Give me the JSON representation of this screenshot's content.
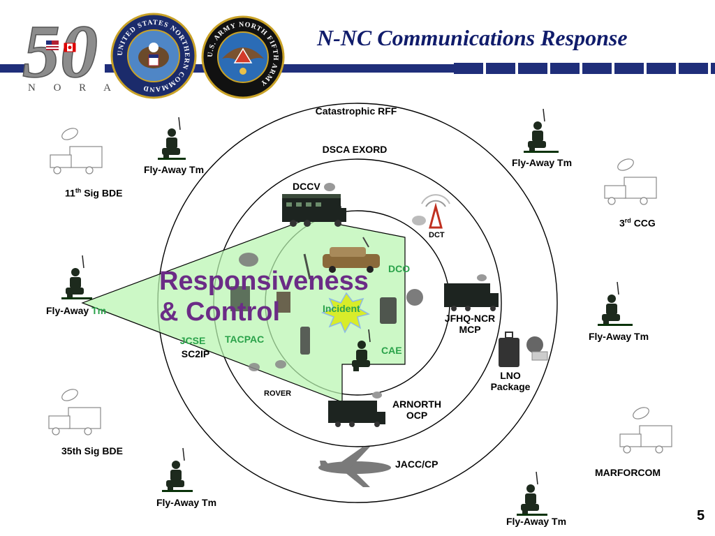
{
  "header": {
    "title": "N-NC Communications Response",
    "logo_number": "50",
    "logo_caption": "N O R A D",
    "seal1_text": "UNITED STATES NORTHERN COMMAND",
    "seal2_text": "U.S. ARMY NORTH FIFTH ARMY",
    "bar_color": "#1f2e7a"
  },
  "rings": {
    "outer": "Catastrophic RFF",
    "middle": "DSCA EXORD",
    "inner_left": "DCCV",
    "inner_right": "DCO"
  },
  "overlay": {
    "line1": "Responsiveness",
    "line2": "& Control",
    "arrow_color": "#b8f5b0",
    "text_color": "#6b2c86"
  },
  "center": {
    "incident": "Incident"
  },
  "labels": {
    "dct": "DCT",
    "jfhq": "JFHQ-NCR",
    "mcp": "MCP",
    "lno_1": "LNO",
    "lno_2": "Package",
    "cae": "CAE",
    "jcse": "JCSE",
    "sc2ip": "SC2IP",
    "tacpac": "TACPAC",
    "rover": "ROVER",
    "arnorth_1": "ARNORTH",
    "arnorth_2": "OCP",
    "jacc": "JACC/CP",
    "fly_ul": "Fly-Away Tm",
    "fly_ur": "Fly-Away Tm",
    "fly_left_a": "Fly-Away",
    "fly_left_b": "Tm",
    "fly_right": "Fly-Away Tm",
    "fly_bl": "Fly-Away Tm",
    "fly_br": "Fly-Away Tm",
    "sig11_pre": "11",
    "sig11_sup": "th",
    "sig11_post": "Sig BDE",
    "ccg_pre": "3",
    "ccg_sup": "rd",
    "ccg_post": "CCG",
    "sig35": "35th Sig BDE",
    "marforcom": "MARFORCOM"
  },
  "page_number": "5"
}
